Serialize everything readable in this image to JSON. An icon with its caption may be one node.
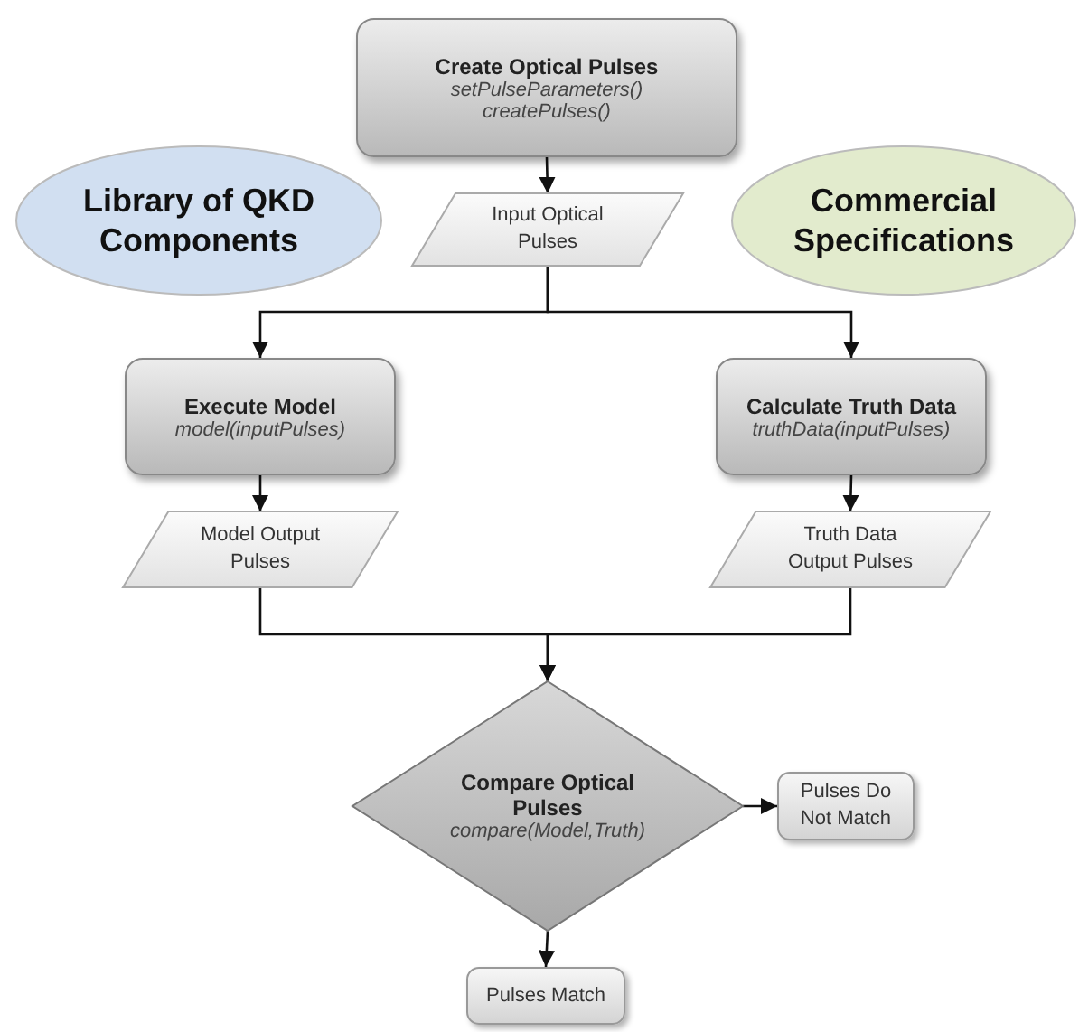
{
  "diagram": {
    "nodes": [
      {
        "text": [
          "Create Optical Pulses",
          "setPulseParameters()",
          "createPulses()"
        ]
      },
      {
        "text": [
          "Input Optical Pulses"
        ]
      },
      {
        "text": [
          "Library of QKD Components"
        ]
      },
      {
        "text": [
          "Commercial Specifications"
        ]
      },
      {
        "text": [
          "Execute Model",
          "model(inputPulses)"
        ]
      },
      {
        "text": [
          "Calculate Truth Data",
          "truthData(inputPulses)"
        ]
      },
      {
        "text": [
          "Model Output Pulses"
        ]
      },
      {
        "text": [
          "Truth Data Output Pulses"
        ]
      },
      {
        "text": [
          "Compare Optical Pulses",
          "compare(Model,Truth)"
        ]
      },
      {
        "text": [
          "Pulses Do Not Match"
        ]
      },
      {
        "text": [
          "Pulses Match"
        ]
      }
    ],
    "edges": [
      {
        "from": 0,
        "to": 1,
        "arrow": "to"
      },
      {
        "from": 1,
        "to": 4,
        "arrow": "to"
      },
      {
        "from": 1,
        "to": 5,
        "arrow": "to"
      },
      {
        "from": 4,
        "to": 6,
        "arrow": "to"
      },
      {
        "from": 5,
        "to": 7,
        "arrow": "to"
      },
      {
        "from": 6,
        "to": 8,
        "arrow": "to"
      },
      {
        "from": 7,
        "to": 8,
        "arrow": "to"
      },
      {
        "from": 8,
        "to": 9,
        "arrow": "to"
      },
      {
        "from": 8,
        "to": 10,
        "arrow": "to"
      }
    ]
  }
}
